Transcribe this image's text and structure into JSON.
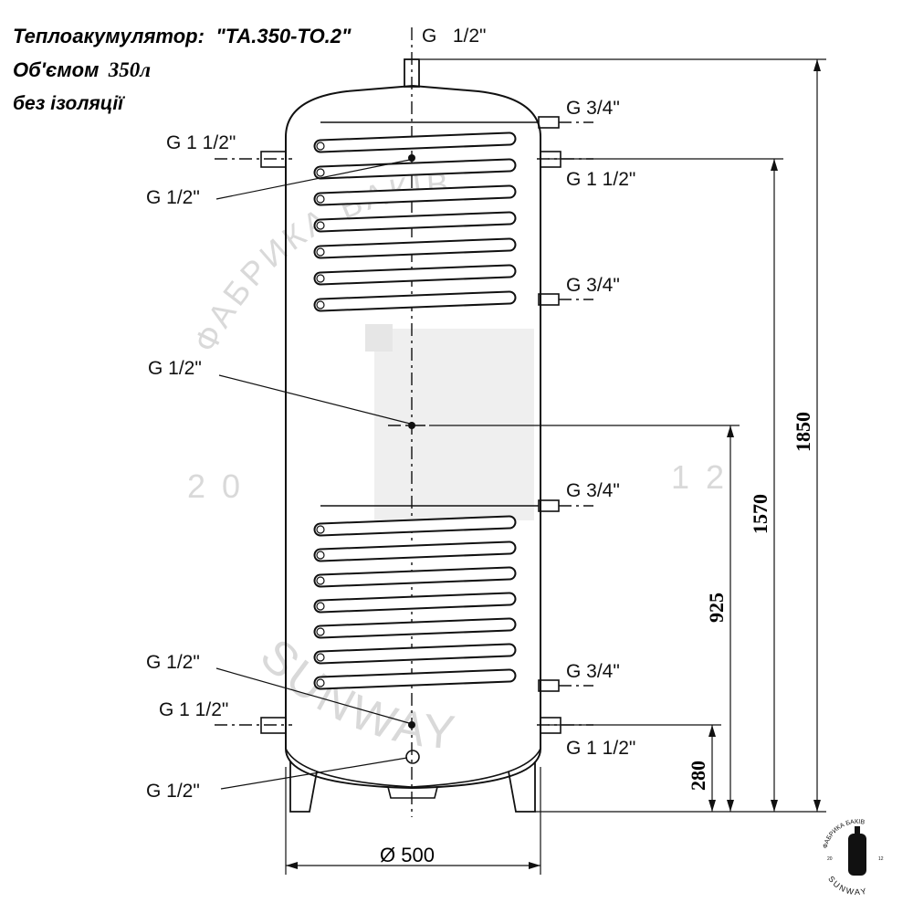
{
  "title": {
    "line1_prefix": "Теплоакумулятор:",
    "line1_model": "\"ТА.350-ТО.2\"",
    "line2_word": "Об'ємом",
    "line2_value": "350л",
    "line3": "без ізоляції"
  },
  "connections": {
    "top_outlet": "G   1/2\"",
    "upper_coil_top": "G 3/4\"",
    "upper_left_port": "G 1 1/2\"",
    "upper_right_port": "G 1 1/2\"",
    "upper_sensor": "G 1/2\"",
    "upper_coil_bottom": "G 3/4\"",
    "middle_sensor": "G 1/2\"",
    "lower_coil_top": "G 3/4\"",
    "lower_sensor": "G 1/2\"",
    "lower_coil_bottom": "G 3/4\"",
    "lower_left_port": "G 1 1/2\"",
    "lower_right_port": "G 1 1/2\"",
    "drain": "G 1/2\""
  },
  "dimensions": {
    "total_height": "1850",
    "upper_port_height": "1570",
    "middle_sensor_height": "925",
    "lower_port_height": "280",
    "diameter": "Ø 500"
  },
  "watermark": {
    "arc_text": "ФАБРИКА БАКІВ",
    "brand": "SUNWAY",
    "year_left": "2 0",
    "year_right": "1 2"
  },
  "logo": {
    "arc_text": "ФАБРИКА БАКІВ",
    "brand": "SUNWAY",
    "year_left": "20",
    "year_right": "12"
  },
  "colors": {
    "line": "#111111",
    "watermark": "#d9d9d9"
  }
}
